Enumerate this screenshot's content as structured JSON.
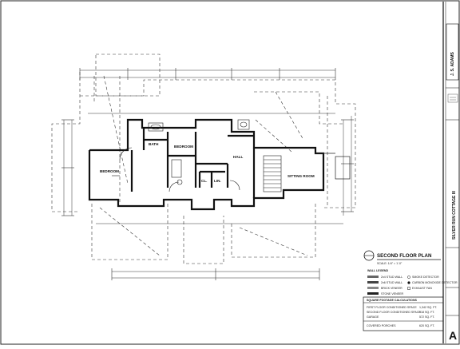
{
  "plan": {
    "title": "SECOND FLOOR PLAN",
    "scale": "SCALE: 1/4\" = 1'-0\""
  },
  "rooms": {
    "bedroom_left": "BEDROOM",
    "bedroom_center": "BEDROOM",
    "bath": "BATH",
    "closet": "CL.",
    "linen": "LIN.",
    "sitting_room": "SITTING ROOM",
    "hall": "HALL"
  },
  "legend": {
    "title": "WALL LEGEND",
    "items": [
      "2x4 STUD WALL",
      "2x6 STUD WALL",
      "BRICK VENEER",
      "STONE VENEER"
    ],
    "symbols": [
      "SMOKE DETECTOR",
      "CARBON MONOXIDE DETECTOR",
      "EXHAUST FAN"
    ]
  },
  "area_table": {
    "title": "SQUARE FOOTAGE CALCULATIONS",
    "rows": [
      {
        "label": "FIRST FLOOR CONDITIONED SPACE",
        "value": "1,342 SQ. FT."
      },
      {
        "label": "SECOND FLOOR CONDITIONED SPACE",
        "value": "918 SQ. FT."
      },
      {
        "label": "GARAGE",
        "value": "572 SQ. FT."
      }
    ],
    "total_label": "COVERED PORCHES",
    "total_value": "620 SQ. FT."
  },
  "title_block": {
    "firm": "J. S. ADAMS",
    "project": "SILVER RUN COTTAGE III",
    "sheet": "A"
  },
  "colors": {
    "line": "#111111",
    "paper": "#ffffff"
  }
}
